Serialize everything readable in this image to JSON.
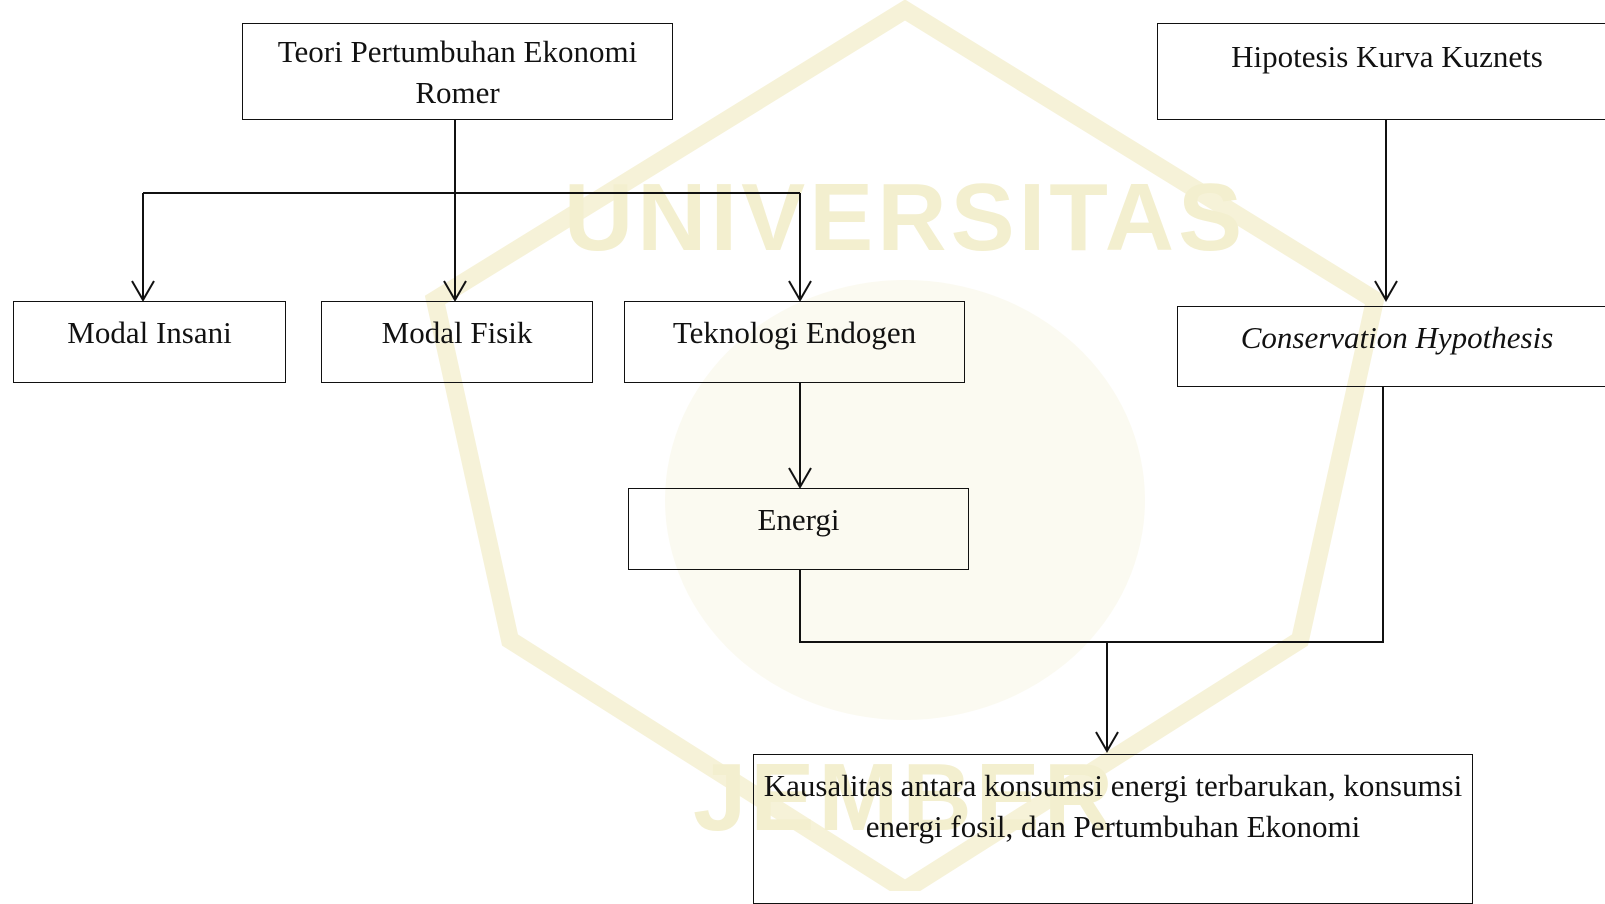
{
  "diagram": {
    "nodes": {
      "romer": "Teori Pertumbuhan Ekonomi Romer",
      "kuznets": "Hipotesis Kurva Kuznets",
      "modal_insani": "Modal Insani",
      "modal_fisik": "Modal Fisik",
      "teknologi_endogen": "Teknologi Endogen",
      "conservation": "Conservation Hypothesis",
      "energi": "Energi",
      "kausalitas": "Kausalitas antara konsumsi energi terbarukan, konsumsi energi fosil, dan Pertumbuhan Ekonomi"
    },
    "edges": [
      {
        "from": "romer",
        "to": "modal_insani"
      },
      {
        "from": "romer",
        "to": "modal_fisik"
      },
      {
        "from": "romer",
        "to": "teknologi_endogen"
      },
      {
        "from": "teknologi_endogen",
        "to": "energi"
      },
      {
        "from": "kuznets",
        "to": "conservation"
      },
      {
        "from": "energi",
        "to": "kausalitas"
      },
      {
        "from": "conservation",
        "to": "kausalitas"
      }
    ]
  },
  "watermark": {
    "text_top": "UNIVERSITAS",
    "text_bottom": "JEMBER"
  }
}
